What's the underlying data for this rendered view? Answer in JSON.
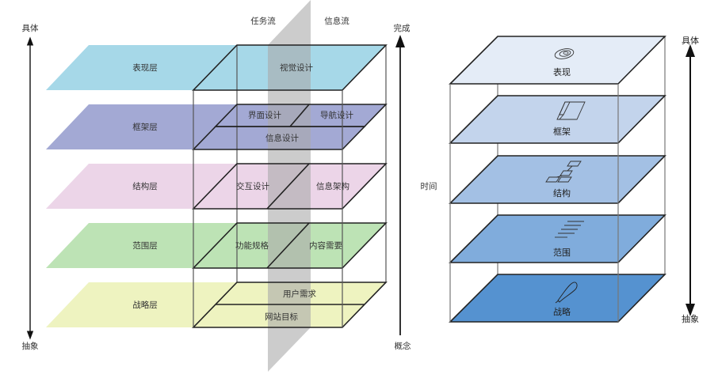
{
  "left_diagram": {
    "flow_labels": {
      "task": "任务流",
      "info": "信息流"
    },
    "axis_left": {
      "top": "具体",
      "bottom": "抽象"
    },
    "axis_right": {
      "top": "完成",
      "middle": "时间",
      "bottom": "概念"
    },
    "layers": [
      {
        "name": "表现层",
        "color": "#a6d8e8",
        "cells": [
          "视觉设计"
        ]
      },
      {
        "name": "框架层",
        "color": "#a3a9d4",
        "cells": [
          "界面设计",
          "导航设计",
          "信息设计"
        ]
      },
      {
        "name": "结构层",
        "color": "#ecd5e8",
        "cells": [
          "交互设计",
          "信息架构"
        ]
      },
      {
        "name": "范围层",
        "color": "#bde3b5",
        "cells": [
          "功能规格",
          "内容需要"
        ]
      },
      {
        "name": "战略层",
        "color": "#eef3c0",
        "cells": [
          "用户需求",
          "网站目标"
        ]
      }
    ]
  },
  "right_diagram": {
    "axis": {
      "top": "具体",
      "bottom": "抽象"
    },
    "layers": [
      {
        "name": "表现",
        "icon": "eye-swirl-icon",
        "color": "#e4ecf7"
      },
      {
        "name": "框架",
        "icon": "wireframe-icon",
        "color": "#c3d4ec"
      },
      {
        "name": "结构",
        "icon": "sitemap-icon",
        "color": "#a3c0e4"
      },
      {
        "name": "范围",
        "icon": "list-lines-icon",
        "color": "#80acdc"
      },
      {
        "name": "战略",
        "icon": "lightbulb-icon",
        "color": "#5592d0"
      }
    ]
  }
}
